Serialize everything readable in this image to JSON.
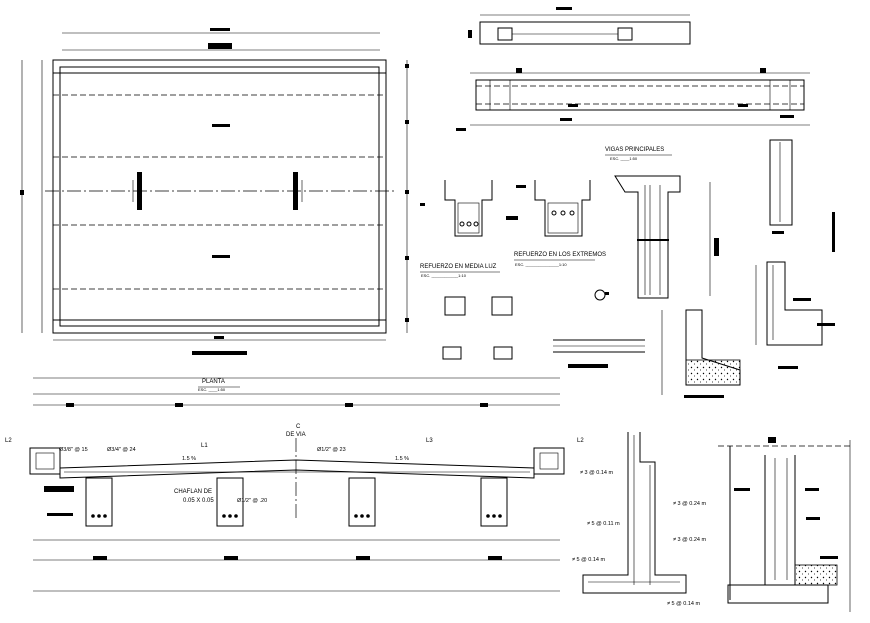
{
  "labels": {
    "planta_title": "PLANTA",
    "planta_scale": "ESC. ____1:50",
    "vigas_title": "VIGAS PRINCIPALES",
    "vigas_scale": "ESC. ____1:50",
    "media_luz_title": "REFUERZO EN MEDIA LUZ",
    "media_luz_scale": "ESC. ____________1:10",
    "extremos_title": "REFUERZO EN LOS EXTREMOS",
    "extremos_scale": "ESC. _______________1:10",
    "via_axis": "C",
    "via_label": "DE VIA",
    "chaflan_1": "CHAFLAN DE",
    "chaflan_2": "0.05 X 0.05",
    "slope_left": "1.5 %",
    "slope_right": "1.5 %",
    "l1": "L1",
    "l2_left": "L2",
    "l2_right": "L2",
    "l3": "L3",
    "rebar_1": "Ø3/8\" @ 15",
    "rebar_2": "Ø3/4\" @ 24",
    "rebar_3": "Ø1/2\" @ 23",
    "rebar_4": "Ø1/2\" @ .20",
    "wall_rebar_1": "≠ 3 @ 0.14  m",
    "wall_rebar_2": "≠ 3 @ 0.24  m",
    "wall_rebar_3": "≠ 5 @ 0.11  m",
    "wall_rebar_4": "≠ 3 @ 0.24  m",
    "wall_rebar_5": "≠ 5 @ 0.14  m",
    "wall_rebar_6": "≠ 5 @ 0.14  m"
  }
}
